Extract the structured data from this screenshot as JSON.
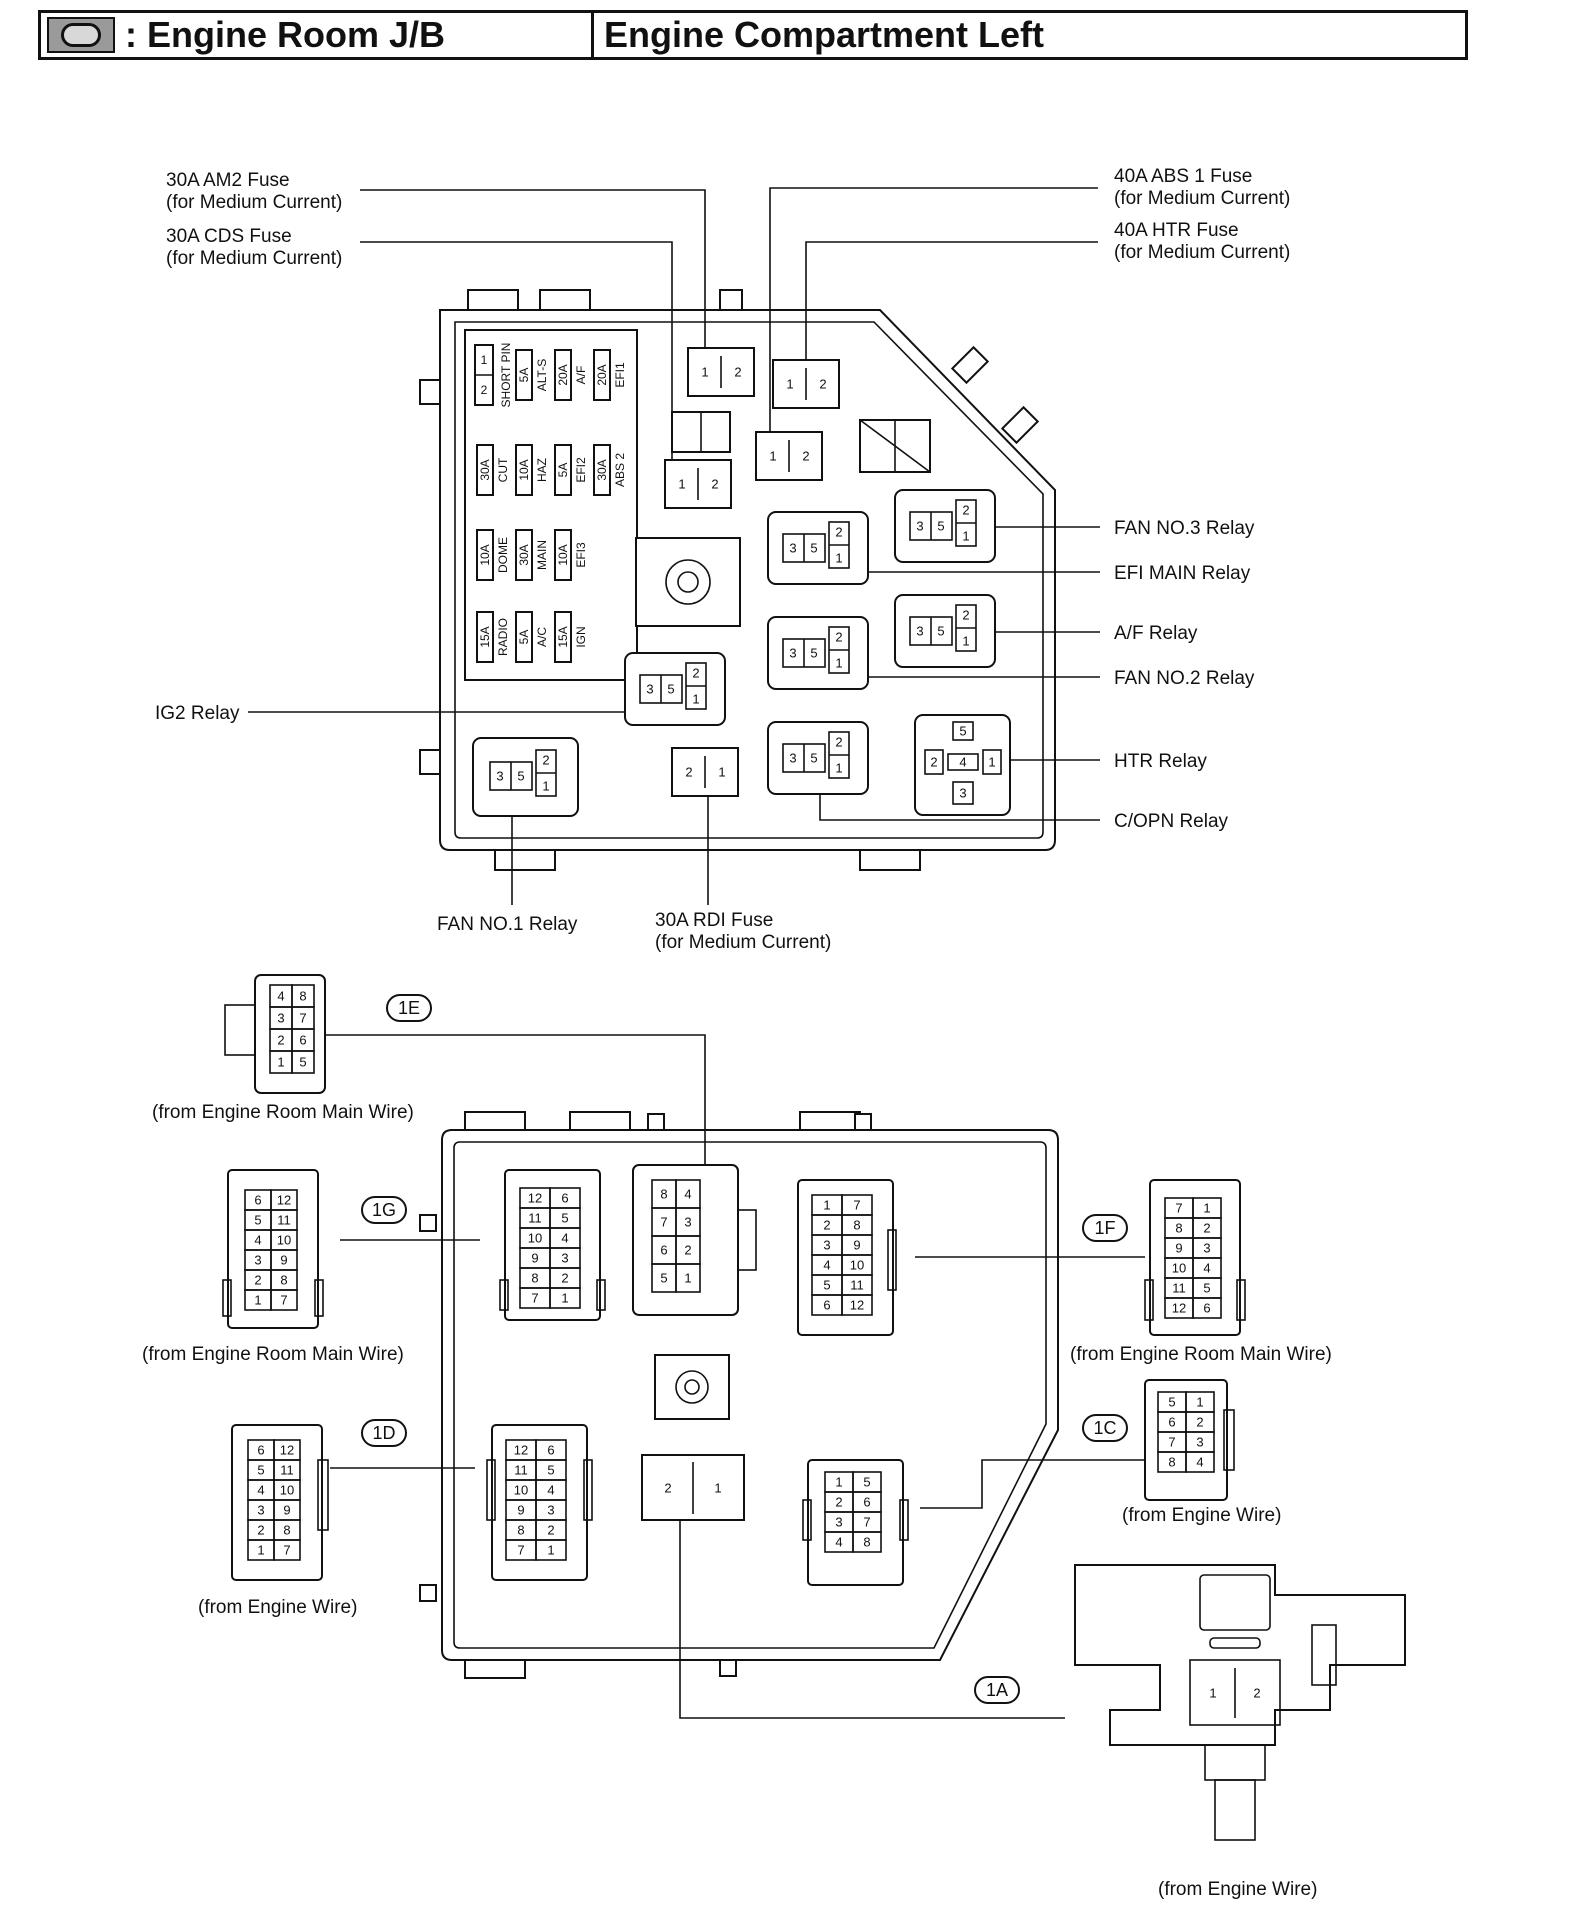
{
  "header": {
    "symbol_icon": "engine-room-jb-symbol-icon",
    "title_left": ": Engine Room J/B",
    "title_right": "Engine Compartment Left"
  },
  "labels": {
    "am2_line1": "30A AM2 Fuse",
    "am2_line2": "(for Medium Current)",
    "cds_line1": "30A CDS Fuse",
    "cds_line2": "(for Medium Current)",
    "abs1_line1": "40A ABS 1 Fuse",
    "abs1_line2": "(for Medium Current)",
    "htr_fuse_line1": "40A HTR Fuse",
    "htr_fuse_line2": "(for Medium Current)",
    "fan3_relay": "FAN NO.3 Relay",
    "efi_main_relay": "EFI MAIN Relay",
    "af_relay": "A/F Relay",
    "fan2_relay": "FAN NO.2 Relay",
    "htr_relay": "HTR Relay",
    "copn_relay": "C/OPN Relay",
    "ig2_relay": "IG2 Relay",
    "fan1_relay": "FAN NO.1 Relay",
    "rdi_line1": "30A RDI Fuse",
    "rdi_line2": "(for Medium Current)",
    "from_er_main_1e": "(from Engine Room Main Wire)",
    "from_er_main_1g": "(from Engine Room Main Wire)",
    "from_er_main_1f": "(from Engine Room Main Wire)",
    "from_engine_1d": "(from Engine Wire)",
    "from_engine_1c": "(from Engine Wire)",
    "from_engine_1a": "(from Engine Wire)"
  },
  "connector_ids": {
    "c1e": "1E",
    "c1g": "1G",
    "c1f": "1F",
    "c1d": "1D",
    "c1c": "1C",
    "c1a": "1A"
  },
  "fuse_block": {
    "row1": [
      "SHORT PIN",
      "5A",
      "ALT-S",
      "20A",
      "A/F",
      "20A",
      "EFI1"
    ],
    "row2": [
      "30A",
      "CUT",
      "10A",
      "HAZ",
      "5A",
      "EFI2",
      "30A",
      "ABS 2"
    ],
    "row3": [
      "10A",
      "DOME",
      "30A",
      "MAIN",
      "10A",
      "EFI3"
    ],
    "row4": [
      "15A",
      "RADIO",
      "5A",
      "A/C",
      "15A",
      "IGN"
    ],
    "short_pins": [
      "1",
      "2"
    ]
  },
  "relay_pins": {
    "p1": "1",
    "p2": "2",
    "p3": "3",
    "p4": "4",
    "p5": "5"
  },
  "connector_pins": {
    "c1e": [
      [
        "4",
        "8"
      ],
      [
        "3",
        "7"
      ],
      [
        "2",
        "6"
      ],
      [
        "1",
        "5"
      ]
    ],
    "c1e_jb": [
      [
        "8",
        "4"
      ],
      [
        "7",
        "3"
      ],
      [
        "6",
        "2"
      ],
      [
        "5",
        "1"
      ]
    ],
    "c1g": [
      [
        "6",
        "12"
      ],
      [
        "5",
        "11"
      ],
      [
        "4",
        "10"
      ],
      [
        "3",
        "9"
      ],
      [
        "2",
        "8"
      ],
      [
        "1",
        "7"
      ]
    ],
    "c1g_jb": [
      [
        "12",
        "6"
      ],
      [
        "11",
        "5"
      ],
      [
        "10",
        "4"
      ],
      [
        "9",
        "3"
      ],
      [
        "8",
        "2"
      ],
      [
        "7",
        "1"
      ]
    ],
    "c1f": [
      [
        "7",
        "1"
      ],
      [
        "8",
        "2"
      ],
      [
        "9",
        "3"
      ],
      [
        "10",
        "4"
      ],
      [
        "11",
        "5"
      ],
      [
        "12",
        "6"
      ]
    ],
    "c1f_jb": [
      [
        "1",
        "7"
      ],
      [
        "2",
        "8"
      ],
      [
        "3",
        "9"
      ],
      [
        "4",
        "10"
      ],
      [
        "5",
        "11"
      ],
      [
        "6",
        "12"
      ]
    ],
    "c1d": [
      [
        "6",
        "12"
      ],
      [
        "5",
        "11"
      ],
      [
        "4",
        "10"
      ],
      [
        "3",
        "9"
      ],
      [
        "2",
        "8"
      ],
      [
        "1",
        "7"
      ]
    ],
    "c1d_jb": [
      [
        "12",
        "6"
      ],
      [
        "11",
        "5"
      ],
      [
        "10",
        "4"
      ],
      [
        "9",
        "3"
      ],
      [
        "8",
        "2"
      ],
      [
        "7",
        "1"
      ]
    ],
    "c1c": [
      [
        "5",
        "1"
      ],
      [
        "6",
        "2"
      ],
      [
        "7",
        "3"
      ],
      [
        "8",
        "4"
      ]
    ],
    "c1c_jb": [
      [
        "1",
        "5"
      ],
      [
        "2",
        "6"
      ],
      [
        "3",
        "7"
      ],
      [
        "4",
        "8"
      ]
    ],
    "c1a": [
      "1",
      "2"
    ],
    "c1a_jb": [
      "2",
      "1"
    ]
  }
}
